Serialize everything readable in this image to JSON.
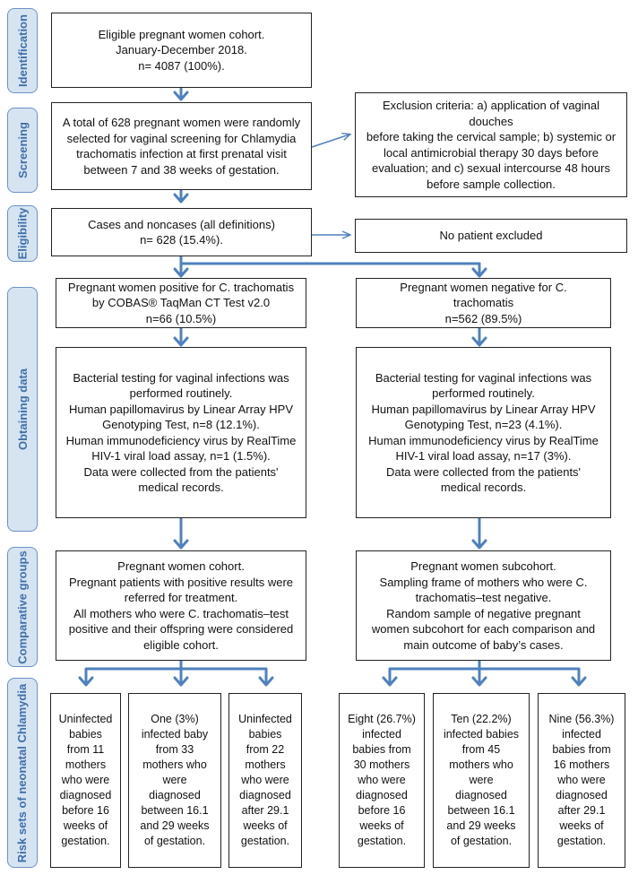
{
  "sidebar": {
    "identification": "Identification",
    "screening": "Screening",
    "eligibility": "Eligibility",
    "obtaining": "Obtaining data",
    "comparative": "Comparative groups",
    "risk": "Risk sets of neonatal Chlamydia"
  },
  "boxes": {
    "eligible": [
      "Eligible pregnant women cohort.",
      "January-December 2018.",
      "n= 4087 (100%)."
    ],
    "screening": [
      "A total of 628 pregnant women were randomly",
      "selected for vaginal screening for Chlamydia",
      "trachomatis infection at first prenatal visit",
      "between 7 and 38 weeks of gestation."
    ],
    "exclusion": [
      "Exclusion criteria: a) application of vaginal douches",
      "before taking the cervical sample; b) systemic or",
      "local antimicrobial therapy 30 days before",
      "evaluation; and c) sexual intercourse 48 hours",
      "before sample collection."
    ],
    "cases": [
      "Cases and noncases (all definitions)",
      "n= 628 (15.4%)."
    ],
    "no_excluded": [
      "No patient excluded"
    ],
    "positive": [
      "Pregnant women positive for C. trachomatis",
      "by COBAS® TaqMan CT Test v2.0",
      "n=66 (10.5%)"
    ],
    "negative": [
      "Pregnant women negative for C.",
      "trachomatis",
      "n=562 (89.5%)"
    ],
    "pos_testing": [
      "Bacterial testing for vaginal infections was",
      "performed routinely.",
      "Human papillomavirus by Linear Array HPV",
      "Genotyping Test, n=8 (12.1%).",
      "Human immunodeficiency virus by RealTime",
      "HIV-1 viral load assay, n=1 (1.5%).",
      "Data were collected from the patients'",
      "medical records."
    ],
    "neg_testing": [
      "Bacterial testing for vaginal infections was",
      "performed routinely.",
      "Human papillomavirus by Linear Array HPV",
      "Genotyping Test, n=23 (4.1%).",
      "Human immunodeficiency virus by RealTime",
      "HIV-1 viral load assay, n=17 (3%).",
      "Data were collected from the patients'",
      "medical records."
    ],
    "cohort": [
      "Pregnant women cohort.",
      "Pregnant patients with positive results were",
      "referred for treatment.",
      "All mothers who were C. trachomatis–test",
      "positive and their offspring were considered",
      "eligible cohort."
    ],
    "subcohort": [
      "Pregnant women subcohort.",
      "Sampling frame of mothers who were C.",
      "trachomatis–test negative.",
      "Random sample of negative pregnant",
      "women subcohort for each comparison and",
      "main outcome of baby’s cases."
    ],
    "pos_risk1": [
      "Uninfected",
      "babies",
      "from 11",
      "mothers",
      "who were",
      "diagnosed",
      "before 16",
      "weeks of",
      "gestation."
    ],
    "pos_risk2": [
      "One (3%)",
      "infected baby",
      "from 33",
      "mothers who",
      "were",
      "diagnosed",
      "between 16.1",
      "and 29 weeks",
      "of gestation."
    ],
    "pos_risk3": [
      "Uninfected",
      "babies",
      "from 22",
      "mothers",
      "who were",
      "diagnosed",
      "after 29.1",
      "weeks of",
      "gestation."
    ],
    "neg_risk1": [
      "Eight (26.7%)",
      "infected",
      "babies from",
      "30 mothers",
      "who were",
      "diagnosed",
      "before 16",
      "weeks of",
      "gestation."
    ],
    "neg_risk2": [
      "Ten (22.2%)",
      "infected babies",
      "from 45",
      "mothers who",
      "were",
      "diagnosed",
      "between 16.1",
      "and 29 weeks",
      "of gestation."
    ],
    "neg_risk3": [
      "Nine (56.3%)",
      "infected",
      "babies from",
      "16 mothers",
      "who were",
      "diagnosed",
      "after 29.1",
      "weeks of",
      "gestation."
    ]
  },
  "colors": {
    "arrow": "#4f81bd",
    "sidebar_fill": "#d6e4f2",
    "sidebar_border": "#6b93c4",
    "sidebar_text": "#3f6fa8",
    "box_border": "#222222"
  }
}
